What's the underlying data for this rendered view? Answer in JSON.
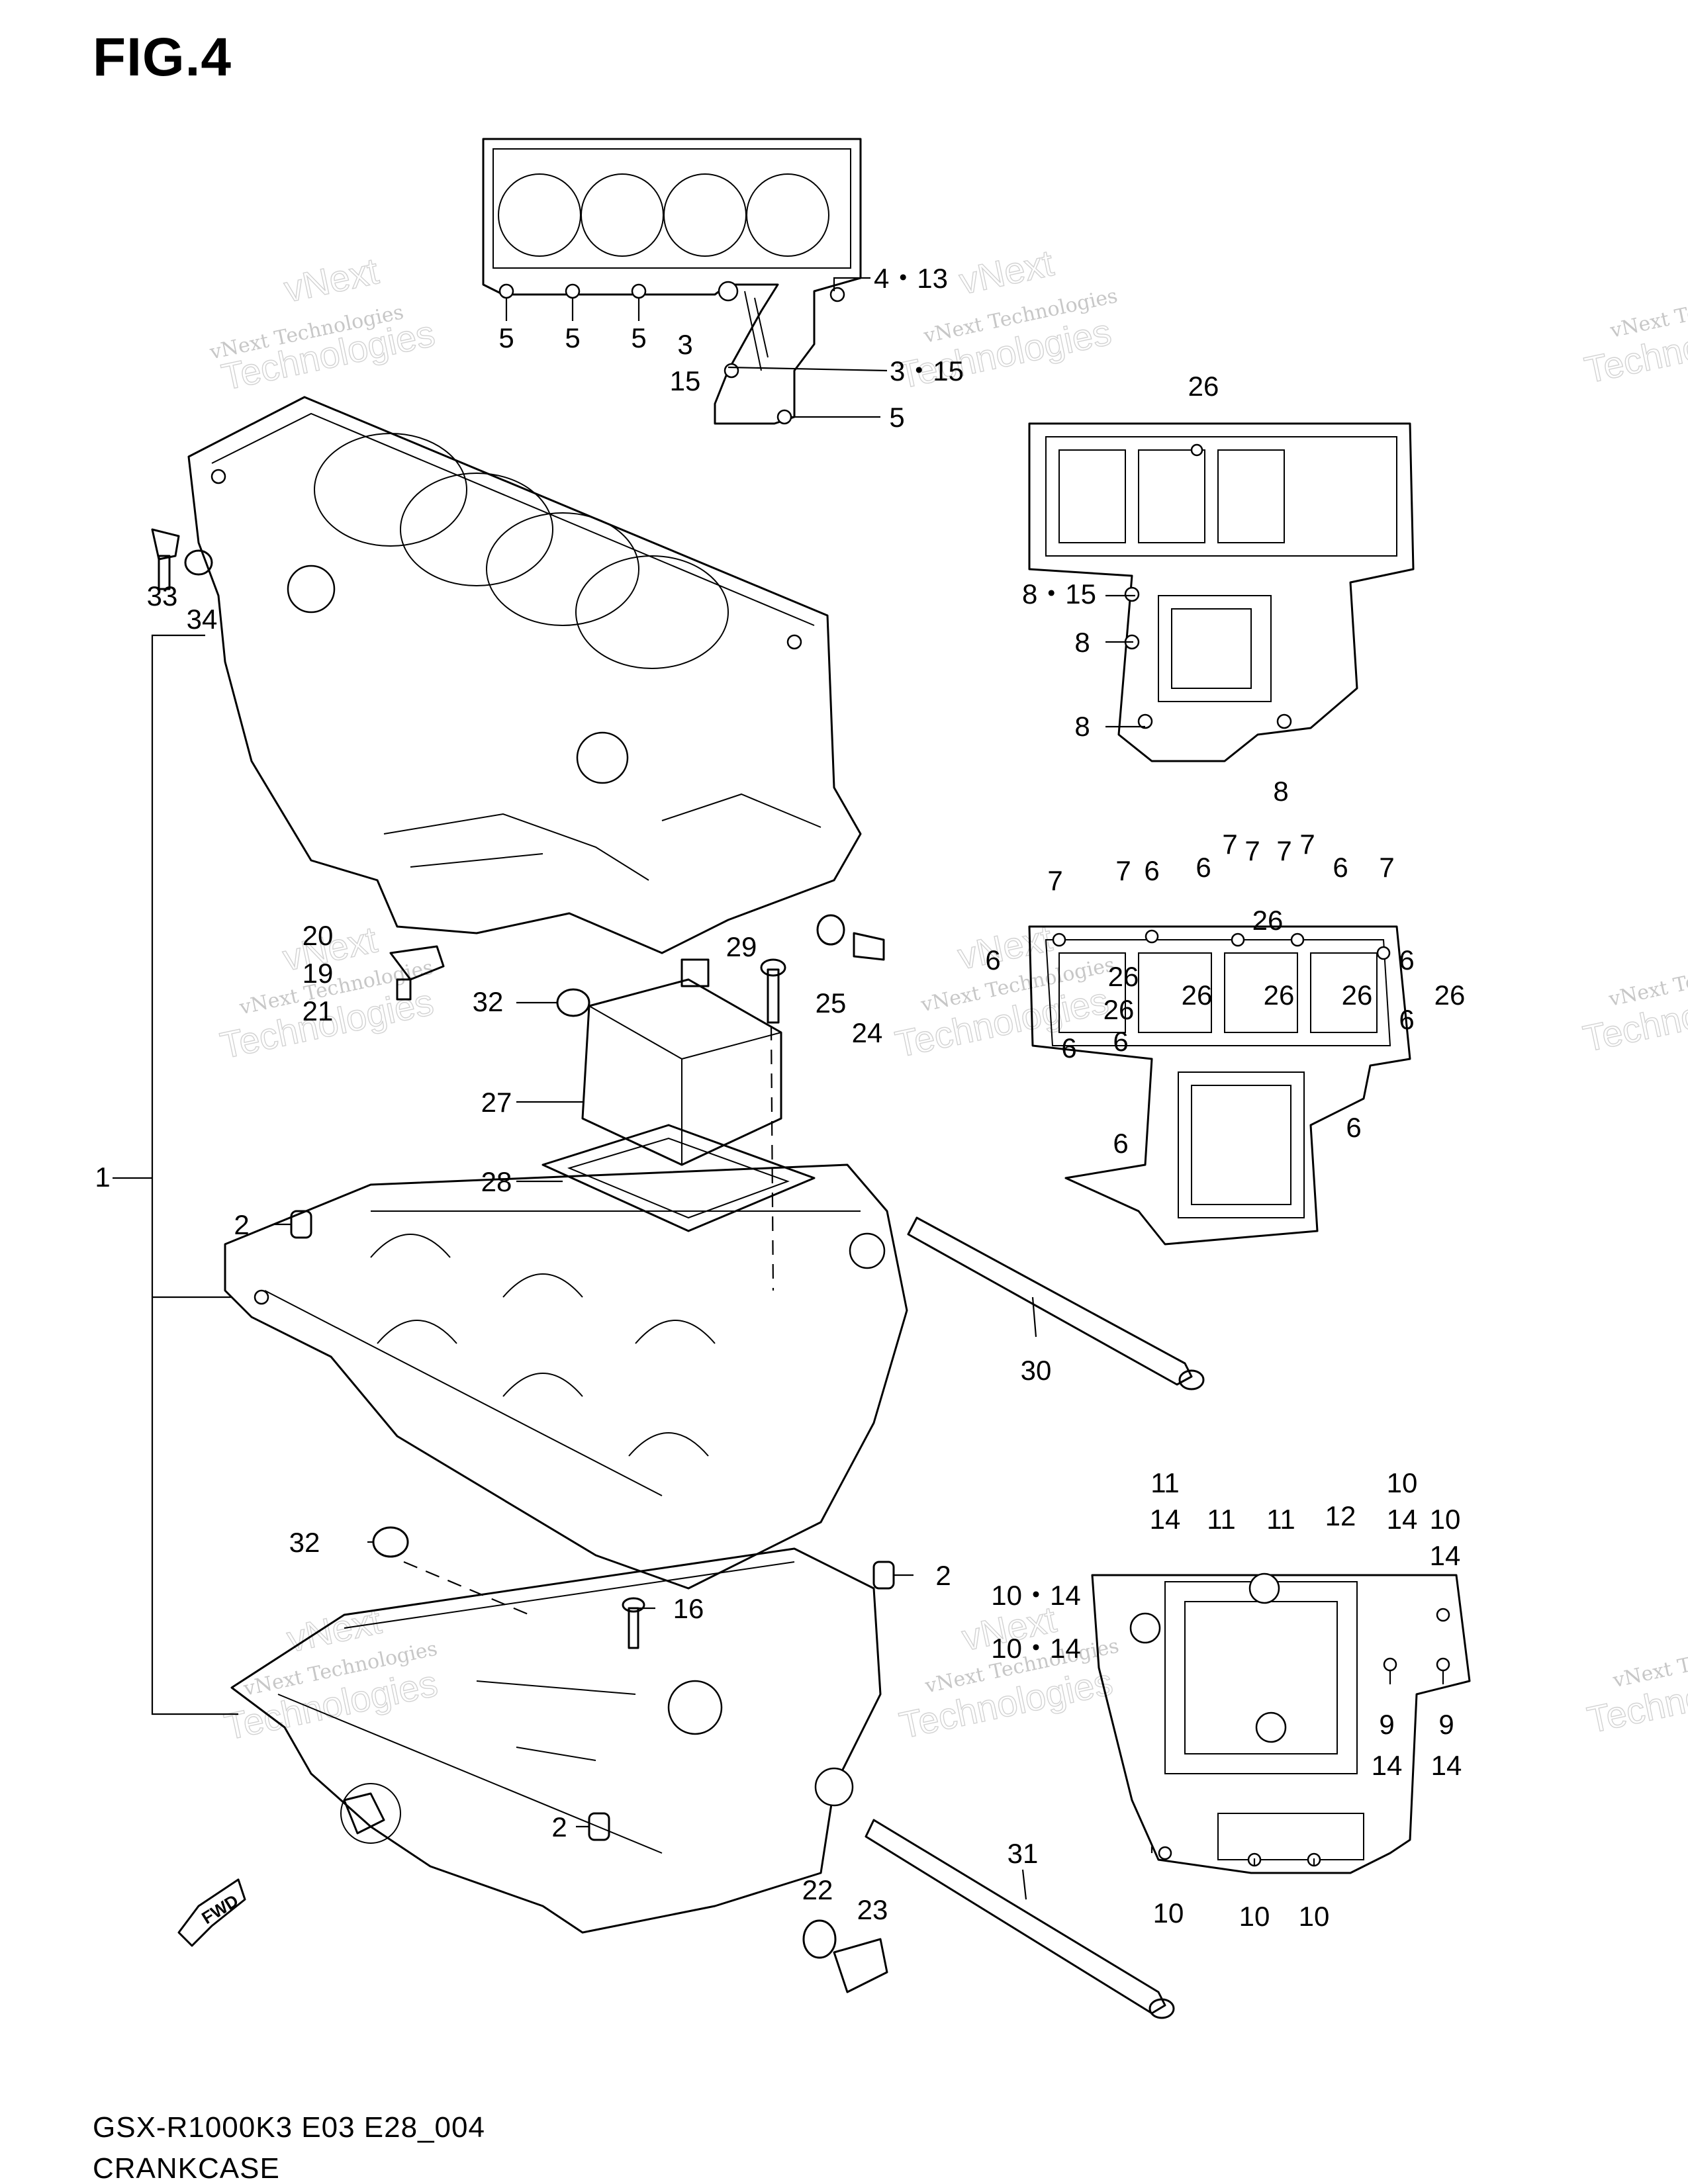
{
  "figure": {
    "title": "FIG.4",
    "model_code": "GSX-R1000K3 E03 E28_004",
    "section_name": "CRANKCASE"
  },
  "watermark": {
    "line1": "vNext Technologies",
    "line2": "Technologies",
    "line3": "vNext"
  },
  "fwd_label": "FWD",
  "callouts": [
    {
      "id": "c-5a",
      "text": "5"
    },
    {
      "id": "c-5b",
      "text": "5"
    },
    {
      "id": "c-5c",
      "text": "5"
    },
    {
      "id": "c-3-15a",
      "text": "3"
    },
    {
      "id": "c-3-15a2",
      "text": "15"
    },
    {
      "id": "c-4-13",
      "text": "4・13"
    },
    {
      "id": "c-3-15b",
      "text": "3・15"
    },
    {
      "id": "c-5d",
      "text": "5"
    },
    {
      "id": "c-26-top",
      "text": "26"
    },
    {
      "id": "c-8-15",
      "text": "8・15"
    },
    {
      "id": "c-8a",
      "text": "8"
    },
    {
      "id": "c-8b",
      "text": "8"
    },
    {
      "id": "c-8c",
      "text": "8"
    },
    {
      "id": "c-33",
      "text": "33"
    },
    {
      "id": "c-34",
      "text": "34"
    },
    {
      "id": "c-1",
      "text": "1"
    },
    {
      "id": "c-20",
      "text": "20"
    },
    {
      "id": "c-19",
      "text": "19"
    },
    {
      "id": "c-21",
      "text": "21"
    },
    {
      "id": "c-32a",
      "text": "32"
    },
    {
      "id": "c-29",
      "text": "29"
    },
    {
      "id": "c-25",
      "text": "25"
    },
    {
      "id": "c-24",
      "text": "24"
    },
    {
      "id": "c-27",
      "text": "27"
    },
    {
      "id": "c-28",
      "text": "28"
    },
    {
      "id": "c-2a",
      "text": "2"
    },
    {
      "id": "c-30",
      "text": "30"
    },
    {
      "id": "c-32b",
      "text": "32"
    },
    {
      "id": "c-2b",
      "text": "2"
    },
    {
      "id": "c-16",
      "text": "16"
    },
    {
      "id": "c-2c",
      "text": "2"
    },
    {
      "id": "c-22",
      "text": "22"
    },
    {
      "id": "c-23",
      "text": "23"
    },
    {
      "id": "c-31",
      "text": "31"
    },
    {
      "id": "c-7a",
      "text": "7"
    },
    {
      "id": "c-7b",
      "text": "7"
    },
    {
      "id": "c-6a",
      "text": "6"
    },
    {
      "id": "c-6b",
      "text": "6"
    },
    {
      "id": "c-7c",
      "text": "7"
    },
    {
      "id": "c-7d",
      "text": "7"
    },
    {
      "id": "c-7e",
      "text": "7"
    },
    {
      "id": "c-7f",
      "text": "7"
    },
    {
      "id": "c-6c",
      "text": "6"
    },
    {
      "id": "c-7g",
      "text": "7"
    },
    {
      "id": "c-26a",
      "text": "26"
    },
    {
      "id": "c-6d",
      "text": "6"
    },
    {
      "id": "c-26b",
      "text": "26"
    },
    {
      "id": "c-26c",
      "text": "26"
    },
    {
      "id": "c-26d",
      "text": "26"
    },
    {
      "id": "c-26e",
      "text": "26"
    },
    {
      "id": "c-26f",
      "text": "26"
    },
    {
      "id": "c-6e",
      "text": "6"
    },
    {
      "id": "c-26g",
      "text": "26"
    },
    {
      "id": "c-6f",
      "text": "6"
    },
    {
      "id": "c-6g",
      "text": "6"
    },
    {
      "id": "c-6h",
      "text": "6"
    },
    {
      "id": "c-6i",
      "text": "6"
    },
    {
      "id": "c-6j",
      "text": "6"
    },
    {
      "id": "c-11a",
      "text": "11"
    },
    {
      "id": "c-14a",
      "text": "14"
    },
    {
      "id": "c-11b",
      "text": "11"
    },
    {
      "id": "c-11c",
      "text": "11"
    },
    {
      "id": "c-12",
      "text": "12"
    },
    {
      "id": "c-10a",
      "text": "10"
    },
    {
      "id": "c-14b",
      "text": "14"
    },
    {
      "id": "c-10b",
      "text": "10"
    },
    {
      "id": "c-14c",
      "text": "14"
    },
    {
      "id": "c-10-14a",
      "text": "10・14"
    },
    {
      "id": "c-10-14b",
      "text": "10・14"
    },
    {
      "id": "c-9a",
      "text": "9"
    },
    {
      "id": "c-14d",
      "text": "14"
    },
    {
      "id": "c-9b",
      "text": "9"
    },
    {
      "id": "c-14e",
      "text": "14"
    },
    {
      "id": "c-10c",
      "text": "10"
    },
    {
      "id": "c-10d",
      "text": "10"
    },
    {
      "id": "c-10e",
      "text": "10"
    }
  ]
}
